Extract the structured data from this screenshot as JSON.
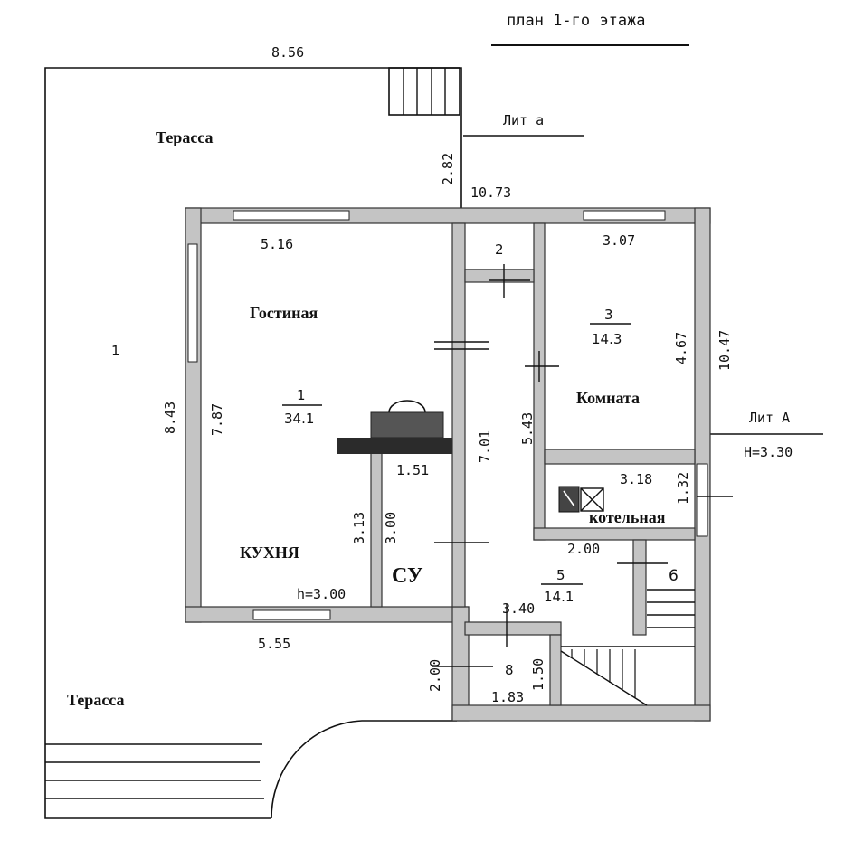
{
  "plan_title": "план 1-го этажа",
  "lit_a_small": "Лит а",
  "lit_a_big": "Лит А",
  "height_main": "H=3.30",
  "terrace_top": "Терасса",
  "terrace_bottom": "Терасса",
  "terrace_number": "1",
  "dimensions": {
    "top_width": "8.56",
    "house_width": "10.73",
    "terrace_depth": "2.82",
    "left_outer": "8.43",
    "right_outer": "10.47",
    "living_width": "5.16",
    "living_height": "7.87",
    "corridor_length": "7.01",
    "corridor_side": "5.43",
    "room3_width": "3.07",
    "room3_height": "4.67",
    "boiler_width": "3.18",
    "boiler_side": "1.32",
    "stair_width": "2.00",
    "hall_width": "3.40",
    "kitchen_bottom": "5.55",
    "kitchen_height_val": "h=3.00",
    "su_width": "1.51",
    "su_height_a": "3.13",
    "su_height_b": "3.00",
    "r8_side_left": "2.00",
    "r8_side_right": "1.50",
    "r8_width": "1.83"
  },
  "rooms": {
    "living_name": "Гостиная",
    "living_num": "1",
    "living_area": "34.1",
    "kitchen_name": "КУХНЯ",
    "su_name": "СУ",
    "room2_num": "2",
    "room3_num": "3",
    "room3_area": "14.3",
    "room3_name": "Комната",
    "boiler_name": "котельная",
    "room5_num": "5",
    "room5_area": "14.1",
    "room6_num": "6",
    "room8_num": "8"
  }
}
